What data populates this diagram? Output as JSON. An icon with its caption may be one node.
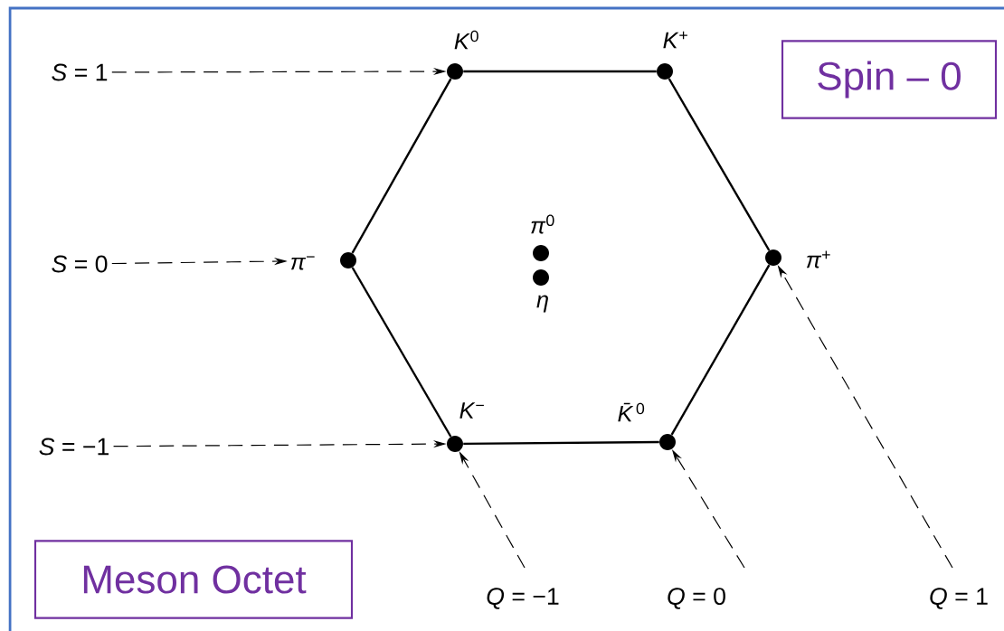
{
  "diagram": {
    "nodes": [
      {
        "text": [
          "*S* = 1"
        ]
      },
      {
        "text": [
          "*S* = 0"
        ]
      },
      {
        "text": [
          "*S* = −1"
        ]
      },
      {
        "text": [
          "*Q* = −1"
        ]
      },
      {
        "text": [
          "*Q* = 0"
        ]
      },
      {
        "text": [
          "*Q* = 1"
        ]
      },
      {
        "text": [],
        "shape": "circle",
        "beside": [
          "*K*$^{0}$"
        ]
      },
      {
        "text": [],
        "shape": "circle",
        "beside": [
          "*K*$^{+}$"
        ]
      },
      {
        "text": [],
        "shape": "circle",
        "beside": [
          "*π*$^{−}$"
        ]
      },
      {
        "text": [],
        "shape": "circle",
        "beside": [
          "*π*$^{+}$"
        ]
      },
      {
        "text": [],
        "shape": "circle",
        "beside": [
          "*π*$^{0}$"
        ]
      },
      {
        "text": [],
        "shape": "circle",
        "beside": [
          "*η*"
        ]
      },
      {
        "text": [],
        "shape": "circle",
        "beside": [
          "*K*$^{−}$"
        ]
      },
      {
        "text": [],
        "shape": "circle",
        "beside": [
          "*K̄*$^{0}$"
        ]
      },
      {
        "text": [
          "Spin –  0"
        ]
      },
      {
        "text": [
          "Meson Octet"
        ]
      }
    ],
    "edges": [
      {
        "from": 6,
        "to": 7,
        "arrow": "none"
      },
      {
        "from": 7,
        "to": 9,
        "arrow": "none"
      },
      {
        "from": 9,
        "to": 13,
        "arrow": "none"
      },
      {
        "from": 13,
        "to": 12,
        "arrow": "none"
      },
      {
        "from": 12,
        "to": 8,
        "arrow": "none"
      },
      {
        "from": 8,
        "to": 6,
        "arrow": "none"
      },
      {
        "from": 0,
        "to": 6,
        "arrow": "to",
        "style": "dashed"
      },
      {
        "from": 1,
        "to": 8,
        "arrow": "to",
        "style": "dashed"
      },
      {
        "from": 2,
        "to": 12,
        "arrow": "to",
        "style": "dashed"
      },
      {
        "from": 3,
        "to": 12,
        "arrow": "to",
        "style": "dashed"
      },
      {
        "from": 4,
        "to": 13,
        "arrow": "to",
        "style": "dashed"
      },
      {
        "from": 5,
        "to": 9,
        "arrow": "to",
        "style": "dashed"
      }
    ]
  }
}
